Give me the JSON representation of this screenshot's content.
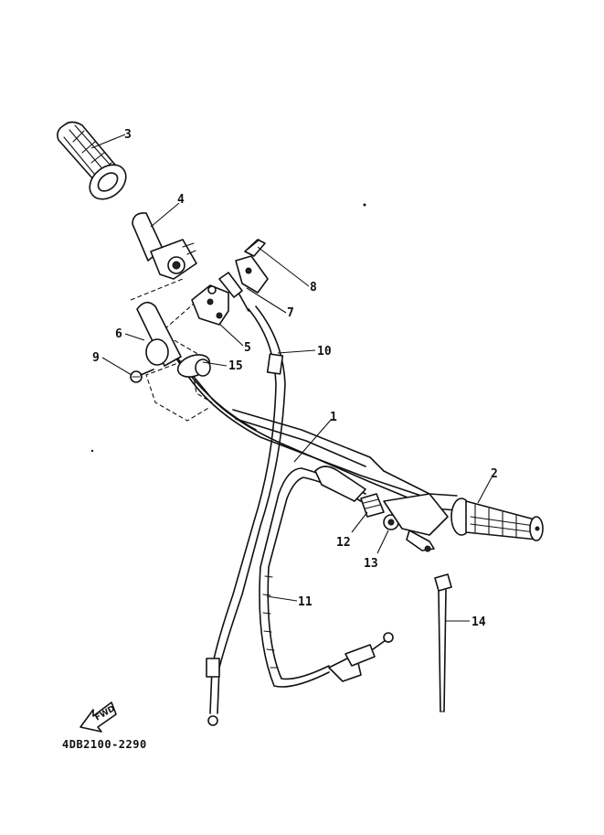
{
  "diagram": {
    "part_code": "4DB2100-2290",
    "direction_label": "FWD",
    "callouts": {
      "c1": "1",
      "c2": "2",
      "c3": "3",
      "c4": "4",
      "c5": "5",
      "c6": "6",
      "c7": "7",
      "c8": "8",
      "c9": "9",
      "c10": "10",
      "c11": "11",
      "c12": "12",
      "c13": "13",
      "c14": "14",
      "c15": "15"
    }
  }
}
